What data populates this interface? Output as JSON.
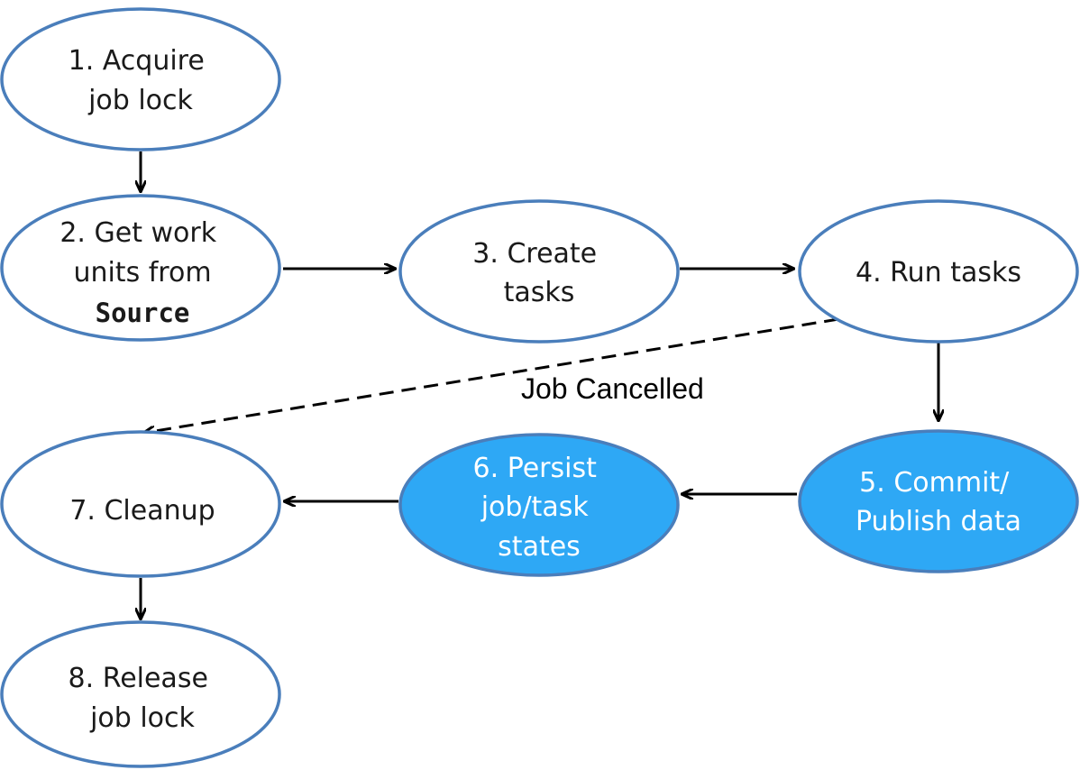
{
  "colors": {
    "stroke": "#4a7ebb",
    "plain_fill": "#ffffff",
    "highlight_fill": "#2ea8f5",
    "plain_text": "#1a1a1a",
    "highlight_text": "#ffffff",
    "arrow": "#000000"
  },
  "nodes": {
    "n1": {
      "lines": [
        "1. Acquire",
        "job lock"
      ]
    },
    "n2": {
      "lines": [
        "2. Get work",
        "units from"
      ],
      "code": "Source"
    },
    "n3": {
      "lines": [
        "3. Create",
        "tasks"
      ]
    },
    "n4": {
      "lines": [
        "4. Run tasks"
      ]
    },
    "n5": {
      "lines": [
        "5. Commit/",
        "Publish data"
      ]
    },
    "n6": {
      "lines": [
        "6. Persist",
        "job/task",
        "states"
      ]
    },
    "n7": {
      "lines": [
        "7. Cleanup"
      ]
    },
    "n8": {
      "lines": [
        "8. Release",
        "job lock"
      ]
    }
  },
  "edges": {
    "cancel_label": "Job Cancelled"
  }
}
